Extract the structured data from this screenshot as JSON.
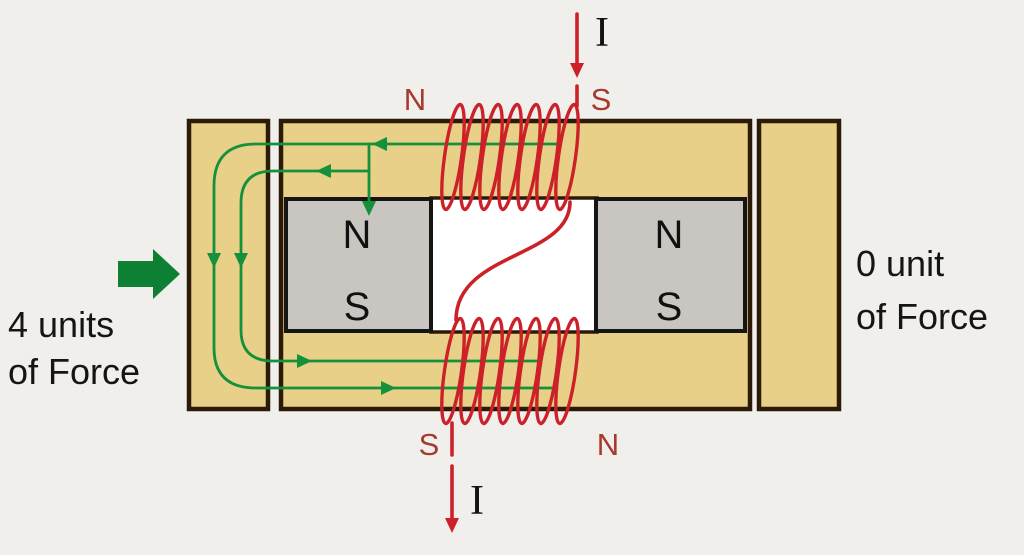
{
  "diagram": {
    "force_left": {
      "line1": "4 units",
      "line2": "of Force"
    },
    "force_right": {
      "line1": "0 unit",
      "line2": "of Force"
    },
    "current_top_label": "I",
    "current_bottom_label": "I",
    "coil_top_poles": {
      "left": "N",
      "right": "S"
    },
    "coil_bottom_poles": {
      "left": "S",
      "right": "N"
    },
    "magnet_left": {
      "top": "N",
      "bottom": "S"
    },
    "magnet_right": {
      "top": "N",
      "bottom": "S"
    }
  },
  "colors": {
    "background": "#f1efec",
    "core": "#e9d088",
    "core_border": "#2b1a08",
    "magnet": "#c9c6c2",
    "coil_red": "#cc2128",
    "flux_green": "#15903b",
    "force_arrow_green": "#0d8034",
    "pole_label_red": "#a63a2c"
  }
}
